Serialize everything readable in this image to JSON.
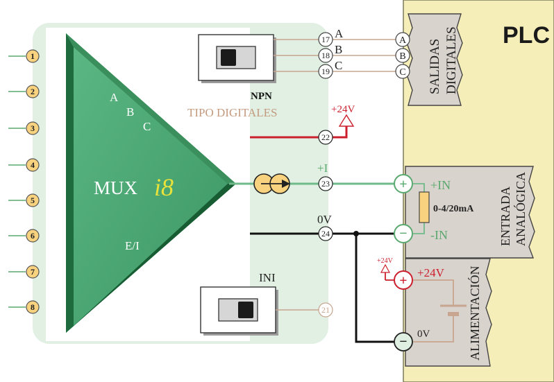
{
  "mux": {
    "name": "MUX",
    "model": "i8",
    "inputs": [
      "1",
      "2",
      "3",
      "4",
      "5",
      "6",
      "7",
      "8"
    ],
    "channel_labels": [
      "A",
      "B",
      "C"
    ],
    "io_label": "E/I"
  },
  "output_type": {
    "switch_label": "NPN",
    "caption": "TIPO DIGITALES"
  },
  "digital_out": {
    "terminals": [
      "17",
      "18",
      "19"
    ],
    "labels": [
      "A",
      "B",
      "C"
    ]
  },
  "supply_out": {
    "terminal": "22",
    "label": "+24V"
  },
  "analog": {
    "terminal_current": "23",
    "current_label": "+I",
    "terminal_0v": "24",
    "label_0v": "0V"
  },
  "ini": {
    "label": "INI",
    "terminal": "21"
  },
  "plc": {
    "title": "PLC",
    "digital_inputs": {
      "title_line1": "SALIDAS",
      "title_line2": "DIGITALES",
      "terminals": [
        "A",
        "B",
        "C"
      ]
    },
    "analog_input": {
      "title_line1": "ENTRADA",
      "title_line2": "ANALÓGICA",
      "plus_label": "+IN",
      "minus_label": "-IN",
      "resistor_label": "0-4/20mA"
    },
    "power": {
      "title": "ALIMENTACIÓN",
      "plus_label": "+24V",
      "minus_label": "0V",
      "small_label": "+24V"
    }
  },
  "colors": {
    "mux_green": "#3e9a65",
    "panel_green": "#e1f0e3",
    "wire_red": "#cc1f2e",
    "wire_green": "#6fba8a",
    "wire_tan": "#c8a58e",
    "plc_yellow": "#f6eeb8",
    "terminal_orange": "#f8d27e",
    "module_grey": "#d9d3cd"
  }
}
